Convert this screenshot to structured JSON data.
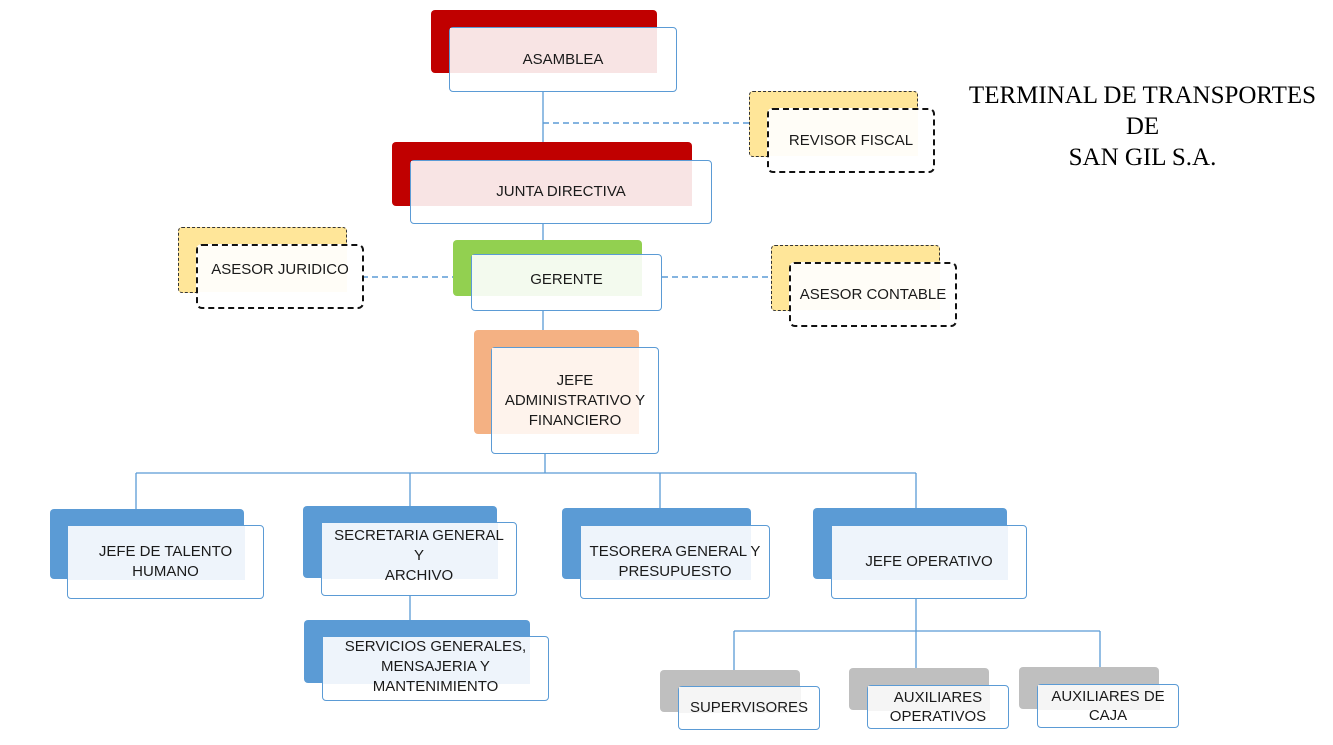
{
  "title": {
    "line1": "TERMINAL DE TRANSPORTES",
    "line2": "DE",
    "line3": "SAN GIL S.A."
  },
  "colors": {
    "red": "#c00000",
    "pink_tint": "#f8e4e4",
    "green": "#92d050",
    "peach": "#f4b183",
    "yellow": "#ffe699",
    "blue": "#5b9bd5",
    "gray": "#bfbfbf",
    "connector": "#5b9bd5"
  },
  "nodes": {
    "asamblea": "ASAMBLEA",
    "revisor_fiscal": "REVISOR FISCAL",
    "junta_directiva": "JUNTA DIRECTIVA",
    "asesor_juridico": "ASESOR JURIDICO",
    "gerente": "GERENTE",
    "asesor_contable": "ASESOR CONTABLE",
    "jefe_admin": "JEFE\nADMINISTRATIVO Y\nFINANCIERO",
    "jefe_talento": "JEFE DE TALENTO\nHUMANO",
    "secretaria": "SECRETARIA GENERAL Y\nARCHIVO",
    "tesorera": "TESORERA GENERAL Y\nPRESUPUESTO",
    "jefe_operativo": "JEFE OPERATIVO",
    "servicios": "SERVICIOS GENERALES,\nMENSAJERIA Y\nMANTENIMIENTO",
    "supervisores": "SUPERVISORES",
    "aux_operativos": "AUXILIARES\nOPERATIVOS",
    "aux_caja": "AUXILIARES DE\nCAJA"
  }
}
